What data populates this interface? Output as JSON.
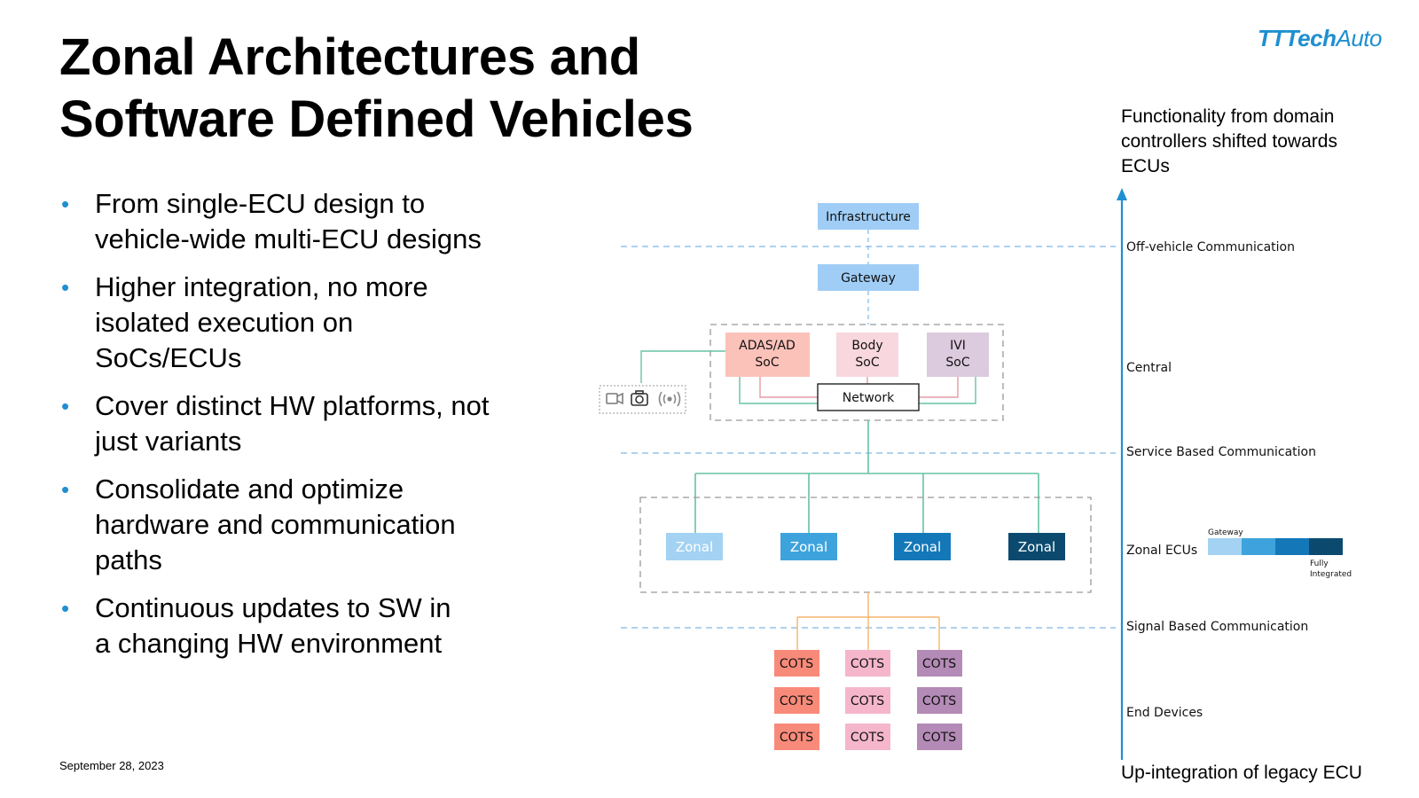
{
  "slide": {
    "title_line1": "Zonal Architectures and",
    "title_line2": "Software Defined Vehicles",
    "logo_bold": "TTTech",
    "logo_regular": "Auto",
    "date": "September 28, 2023"
  },
  "bullets": [
    "From single-ECU design to vehicle-wide multi-ECU designs",
    "Higher integration, no more isolated execution on SoCs/ECUs",
    "Cover distinct HW platforms, not just variants",
    "Consolidate and optimize hardware and communication paths",
    "Continuous updates to SW in a changing HW environment"
  ],
  "bullet_lines": [
    [
      "From single-ECU design to",
      "vehicle-wide multi-ECU designs"
    ],
    [
      "Higher integration, no more",
      "isolated execution on",
      "SoCs/ECUs"
    ],
    [
      "Cover distinct HW platforms, not",
      "just variants"
    ],
    [
      "Consolidate and optimize",
      "hardware and communication",
      "paths"
    ],
    [
      "Continuous updates to SW in",
      "a changing HW environment"
    ]
  ],
  "axis": {
    "top_caption_lines": [
      "Functionality from domain",
      "controllers shifted towards",
      "ECUs"
    ],
    "bottom_caption": "Up-integration of legacy ECU",
    "levels": [
      "Off-vehicle Communication",
      "Central",
      "Service Based Communication",
      "Zonal ECUs",
      "Signal Based Communication",
      "End Devices"
    ],
    "legend": {
      "start_label": "Gateway",
      "end_label_lines": [
        "Fully",
        "Integrated"
      ],
      "colors": [
        "#a3d2f2",
        "#3ea3dc",
        "#1478b8",
        "#0b4a6e"
      ]
    },
    "color": "#1f8fd0"
  },
  "diagram": {
    "infrastructure": "Infrastructure",
    "gateway": "Gateway",
    "central": {
      "adas_lines": [
        "ADAS/AD",
        "SoC"
      ],
      "body_lines": [
        "Body",
        "SoC"
      ],
      "ivi_lines": [
        "IVI",
        "SoC"
      ],
      "network": "Network"
    },
    "sensor_icons": [
      "video-camera-icon",
      "camera-icon",
      "radio-signal-icon"
    ],
    "zonal": [
      {
        "label": "Zonal",
        "color": "#a3d2f2"
      },
      {
        "label": "Zonal",
        "color": "#3ea3dc"
      },
      {
        "label": "Zonal",
        "color": "#1478b8"
      },
      {
        "label": "Zonal",
        "color": "#0b4a6e"
      }
    ],
    "cots_columns": [
      {
        "label": "COTS",
        "color": "#f88a7a",
        "count": 3
      },
      {
        "label": "COTS",
        "color": "#f5b6cc",
        "count": 3
      },
      {
        "label": "COTS",
        "color": "#b48ab6",
        "count": 3
      }
    ],
    "colors": {
      "infra_box": "#9fcdf6",
      "adas_box": "#fbc2ba",
      "body_box": "#f8d7df",
      "ivi_box": "#dccade",
      "teal_line": "#66c2a5",
      "pink_line": "#e49ba6",
      "orange_line": "#f5b56b",
      "dash_blue": "#7fb8e6",
      "dash_gray": "#999999"
    }
  }
}
